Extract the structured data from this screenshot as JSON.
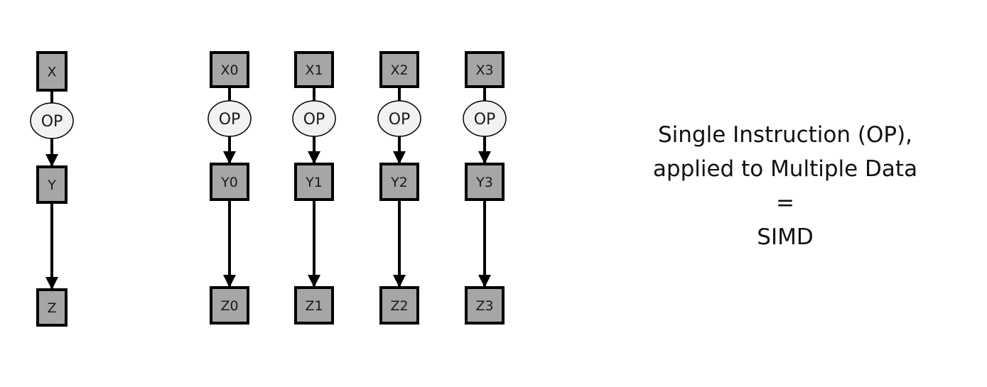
{
  "colors": {
    "box_fill": "#a6a6a6",
    "op_fill": "#f2f2f2",
    "stroke": "#000000"
  },
  "chains": [
    {
      "input": "X",
      "op": "OP",
      "output": "Y",
      "result": "Z"
    },
    {
      "input": "X0",
      "op": "OP",
      "output": "Y0",
      "result": "Z0"
    },
    {
      "input": "X1",
      "op": "OP",
      "output": "Y1",
      "result": "Z1"
    },
    {
      "input": "X2",
      "op": "OP",
      "output": "Y2",
      "result": "Z2"
    },
    {
      "input": "X3",
      "op": "OP",
      "output": "Y3",
      "result": "Z3"
    }
  ],
  "caption": {
    "line1": "Single Instruction (OP),",
    "line2": "applied to Multiple Data",
    "line3": "=",
    "line4": "SIMD"
  }
}
